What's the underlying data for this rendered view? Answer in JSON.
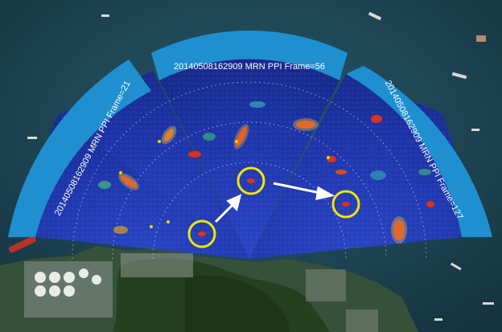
{
  "panels": [
    {
      "label": "20140508162909 MRN PPI Frame=21"
    },
    {
      "label": "20140508162909 MRN PPI Frame=56"
    },
    {
      "label": "20140508162909 MRN PPI Frame=127"
    }
  ],
  "colors": {
    "sea": "#1f4a5c",
    "radar_background": "#1d2f9c",
    "label_band": "#1f8fd0",
    "target_circle": "#f2e600",
    "land": "#2f4a2c",
    "arrow": "#ffffff"
  }
}
